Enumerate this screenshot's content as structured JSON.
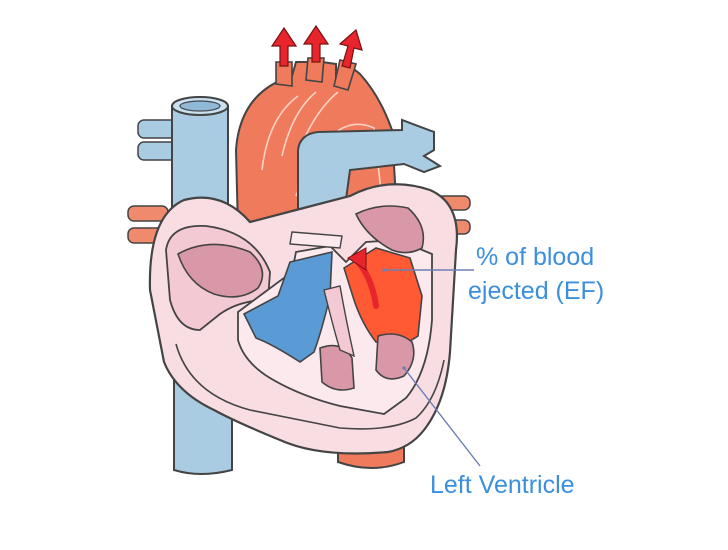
{
  "labels": {
    "ef_line1": "% of blood",
    "ef_line2": "ejected (EF)",
    "left_ventricle": "Left Ventricle"
  },
  "colors": {
    "label_text": "#3b8fdc",
    "pointer_line": "#6b7fb6",
    "vena_cava_blue": "#a9cce3",
    "deoxygenated_blue": "#5b9bd5",
    "aorta_red": "#f07a5c",
    "oxygenated_red": "#ff5a33",
    "heart_wall_pink": "#f8dde3",
    "muscle_pink": "#d998a8",
    "arrow_red": "#e8242c"
  },
  "icons": [
    "up-arrow-icon",
    "blood-flow-arrow-icon"
  ]
}
